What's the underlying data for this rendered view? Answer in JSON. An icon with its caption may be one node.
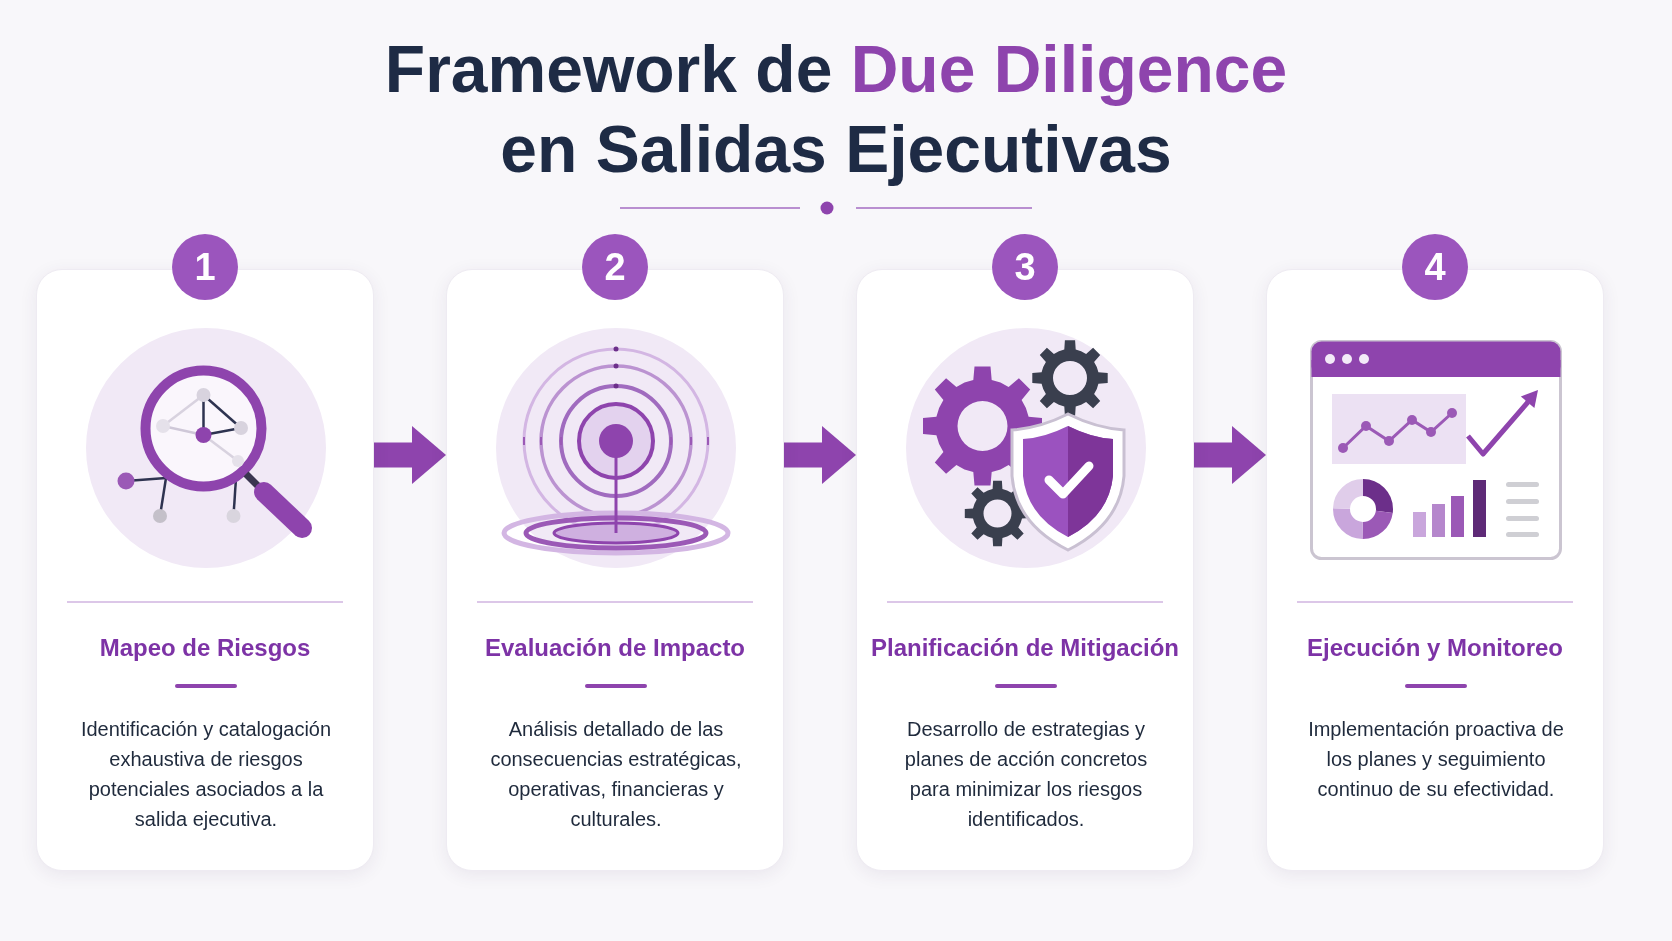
{
  "diagram": {
    "title": "Framework de **Due Diligence** en Salidas Ejecutivas",
    "nodes": [
      {
        "text": [
          "1"
        ]
      },
      {
        "text": [
          "Mapeo de Riesgos",
          "Identificación y catalogación exhaustiva de riesgos potenciales asociados a la salida ejecutiva."
        ]
      },
      {
        "text": [
          "2"
        ]
      },
      {
        "text": [
          "Evaluación de Impacto",
          "Análisis detallado de las consecuencias estratégicas, operativas, financieras y culturales."
        ]
      },
      {
        "text": [
          "3"
        ]
      },
      {
        "text": [
          "Planificación de Mitigación",
          "Desarrollo de estrategias y planes de acción concretos para minimizar los riesgos identificados."
        ]
      },
      {
        "text": [
          "4"
        ]
      },
      {
        "text": [
          "Ejecución y Monitoreo",
          "Implementación proactiva de los planes y seguimiento continuo de su efectividad."
        ]
      }
    ],
    "edges": [
      {
        "from": 1,
        "to": 3,
        "arrow": "to"
      },
      {
        "from": 3,
        "to": 5,
        "arrow": "to"
      },
      {
        "from": 5,
        "to": 7,
        "arrow": "to"
      }
    ]
  }
}
